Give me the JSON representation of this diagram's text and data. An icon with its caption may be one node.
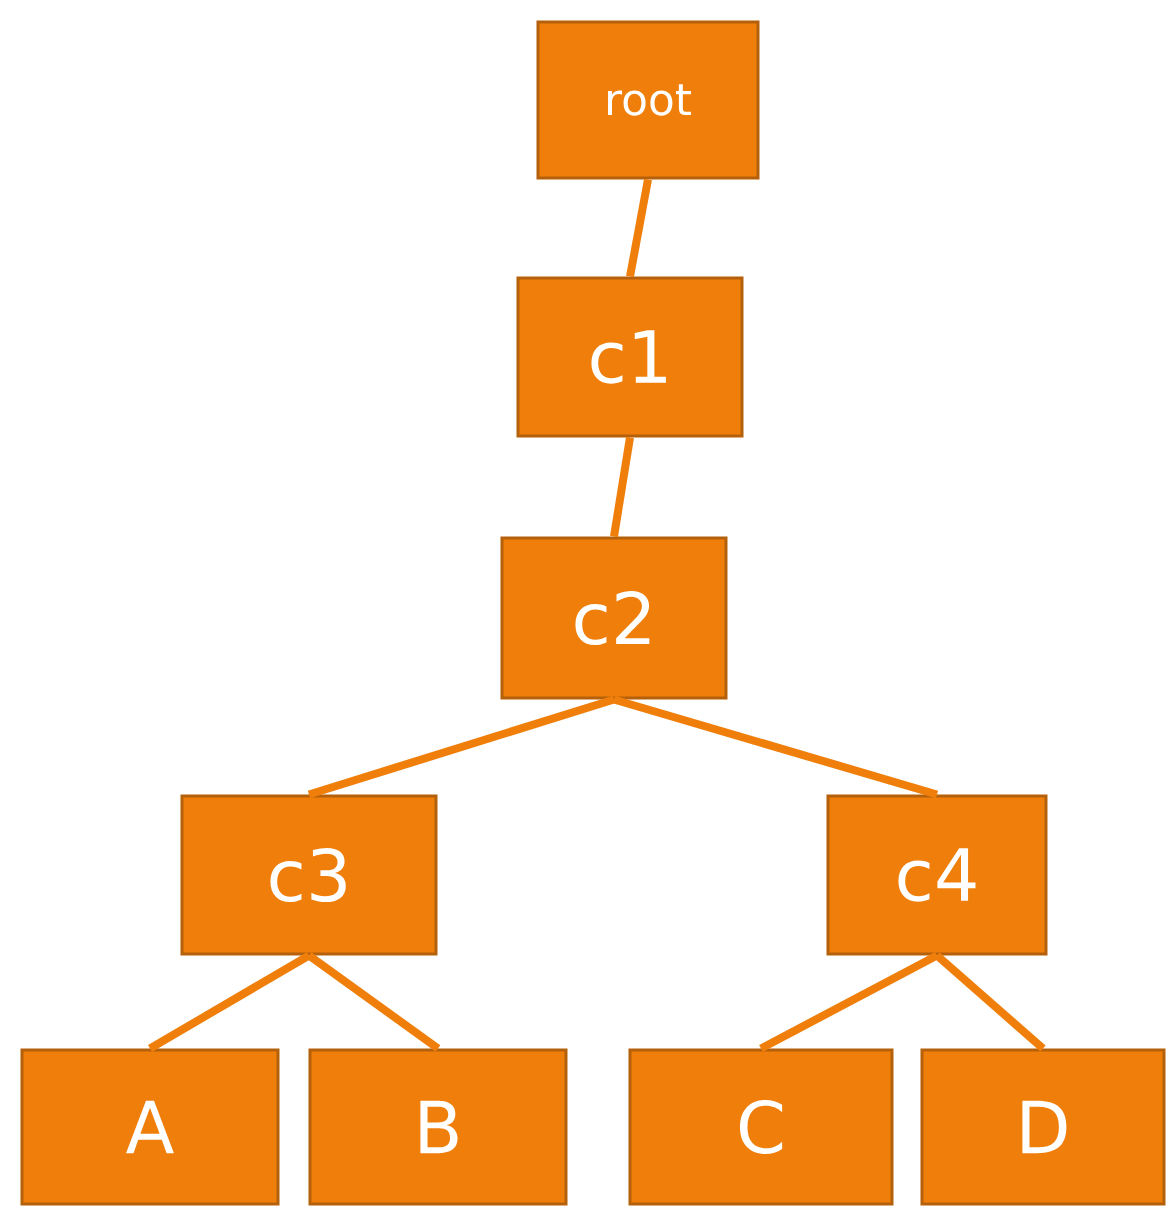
{
  "diagram": {
    "nodes": [
      {
        "text": [
          "root"
        ]
      },
      {
        "text": [
          "c1"
        ]
      },
      {
        "text": [
          "c2"
        ]
      },
      {
        "text": [
          "c3"
        ]
      },
      {
        "text": [
          "c4"
        ]
      },
      {
        "text": [
          "A"
        ]
      },
      {
        "text": [
          "B"
        ]
      },
      {
        "text": [
          "C"
        ]
      },
      {
        "text": [
          "D"
        ]
      }
    ],
    "edges": [
      {
        "from": 0,
        "to": 1,
        "arrow": "none"
      },
      {
        "from": 1,
        "to": 2,
        "arrow": "none"
      },
      {
        "from": 2,
        "to": 3,
        "arrow": "none"
      },
      {
        "from": 2,
        "to": 4,
        "arrow": "none"
      },
      {
        "from": 3,
        "to": 5,
        "arrow": "none"
      },
      {
        "from": 3,
        "to": 6,
        "arrow": "none"
      },
      {
        "from": 4,
        "to": 7,
        "arrow": "none"
      },
      {
        "from": 4,
        "to": 8,
        "arrow": "none"
      }
    ]
  }
}
